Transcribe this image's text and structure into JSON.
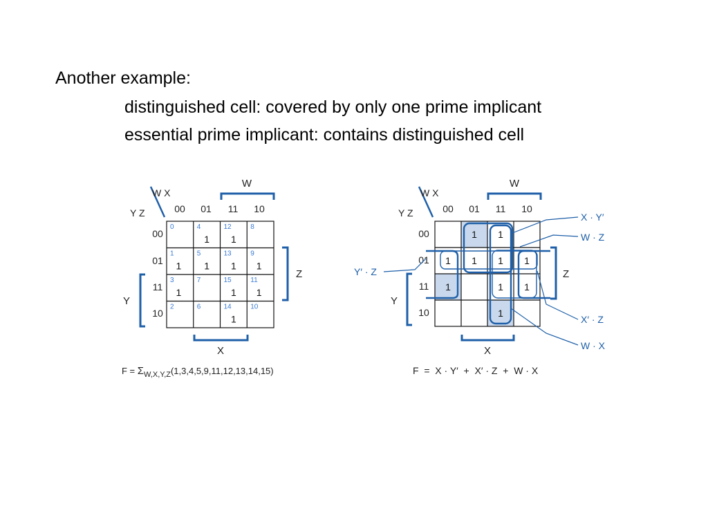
{
  "text": {
    "heading": "Another example:",
    "bullet1": "distinguished cell: covered by only one prime implicant",
    "bullet2": "essential prime implicant: contains distinguished cell"
  },
  "kmap": {
    "row_vars": "Y Z",
    "col_vars": "W X",
    "col_labels": [
      "00",
      "01",
      "11",
      "10"
    ],
    "row_labels": [
      "00",
      "01",
      "11",
      "10"
    ],
    "var_w": "W",
    "var_x": "X",
    "var_y": "Y",
    "var_z": "Z",
    "minterm_numbers": [
      [
        "0",
        "4",
        "12",
        "8"
      ],
      [
        "1",
        "5",
        "13",
        "9"
      ],
      [
        "3",
        "7",
        "15",
        "11"
      ],
      [
        "2",
        "6",
        "14",
        "10"
      ]
    ],
    "ones": [
      [
        false,
        true,
        true,
        false
      ],
      [
        true,
        true,
        true,
        true
      ],
      [
        true,
        false,
        true,
        true
      ],
      [
        false,
        false,
        true,
        false
      ]
    ],
    "one_text": "1",
    "shaded_cells": [
      [
        0,
        1
      ],
      [
        2,
        0
      ],
      [
        3,
        2
      ]
    ]
  },
  "formula_left": {
    "prefix": "F = ",
    "sigma": "Σ",
    "subscript": "W,X,Y,Z",
    "terms": "(1,3,4,5,9,11,12,13,14,15)"
  },
  "formula_right": "F  =  X · Y′  +  X′ · Z  +  W · X",
  "implicants": {
    "xy": "X · Y′",
    "wz": "W · Z",
    "yz": "Y′ · Z",
    "xz": "X′ · Z",
    "wx": "W · X"
  },
  "colors": {
    "accent": "#1e5fa8",
    "shade": "#c9d8ec",
    "index": "#3a7bd5"
  }
}
